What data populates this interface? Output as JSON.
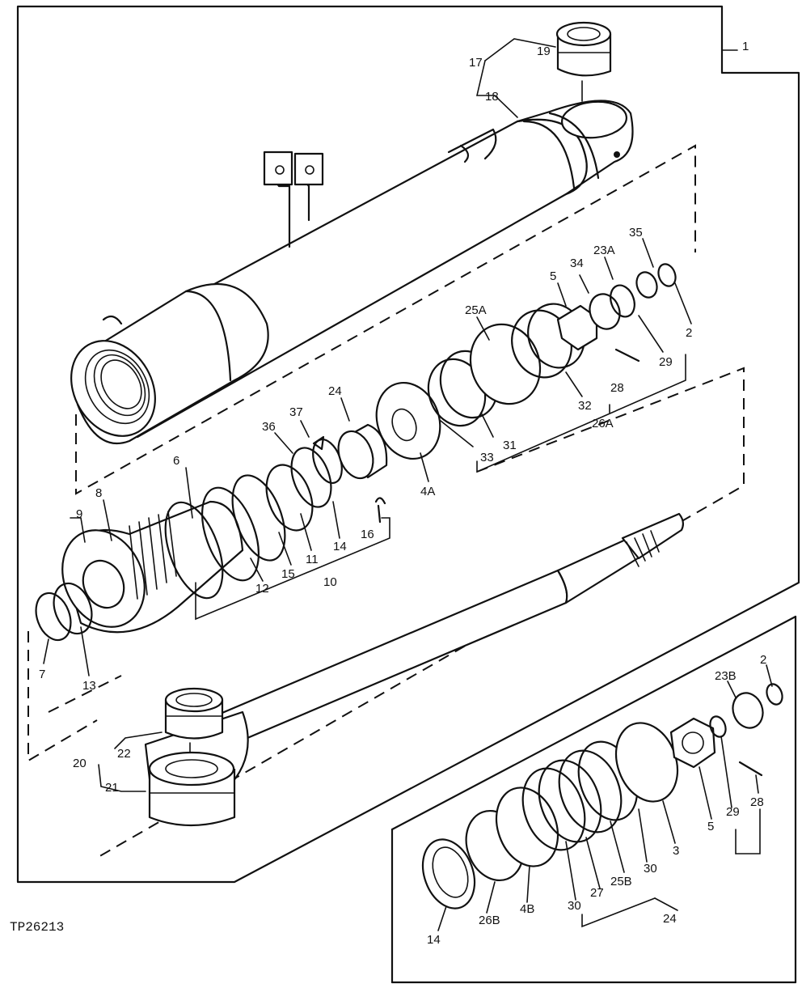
{
  "figure": {
    "code": "TP26213",
    "callouts": [
      {
        "text": "1"
      },
      {
        "text": "17"
      },
      {
        "text": "19"
      },
      {
        "text": "18"
      },
      {
        "text": "35"
      },
      {
        "text": "23A"
      },
      {
        "text": "34"
      },
      {
        "text": "5"
      },
      {
        "text": "2"
      },
      {
        "text": "25A"
      },
      {
        "text": "29"
      },
      {
        "text": "28"
      },
      {
        "text": "32"
      },
      {
        "text": "26A"
      },
      {
        "text": "37"
      },
      {
        "text": "24"
      },
      {
        "text": "36"
      },
      {
        "text": "31"
      },
      {
        "text": "33"
      },
      {
        "text": "6"
      },
      {
        "text": "4A"
      },
      {
        "text": "8"
      },
      {
        "text": "9"
      },
      {
        "text": "16"
      },
      {
        "text": "14"
      },
      {
        "text": "11"
      },
      {
        "text": "15"
      },
      {
        "text": "12"
      },
      {
        "text": "10"
      },
      {
        "text": "7"
      },
      {
        "text": "13"
      },
      {
        "text": "2"
      },
      {
        "text": "23B"
      },
      {
        "text": "22"
      },
      {
        "text": "20"
      },
      {
        "text": "21"
      },
      {
        "text": "29"
      },
      {
        "text": "28"
      },
      {
        "text": "5"
      },
      {
        "text": "3"
      },
      {
        "text": "30"
      },
      {
        "text": "25B"
      },
      {
        "text": "27"
      },
      {
        "text": "30"
      },
      {
        "text": "4B"
      },
      {
        "text": "24"
      },
      {
        "text": "26B"
      },
      {
        "text": "14"
      }
    ]
  }
}
